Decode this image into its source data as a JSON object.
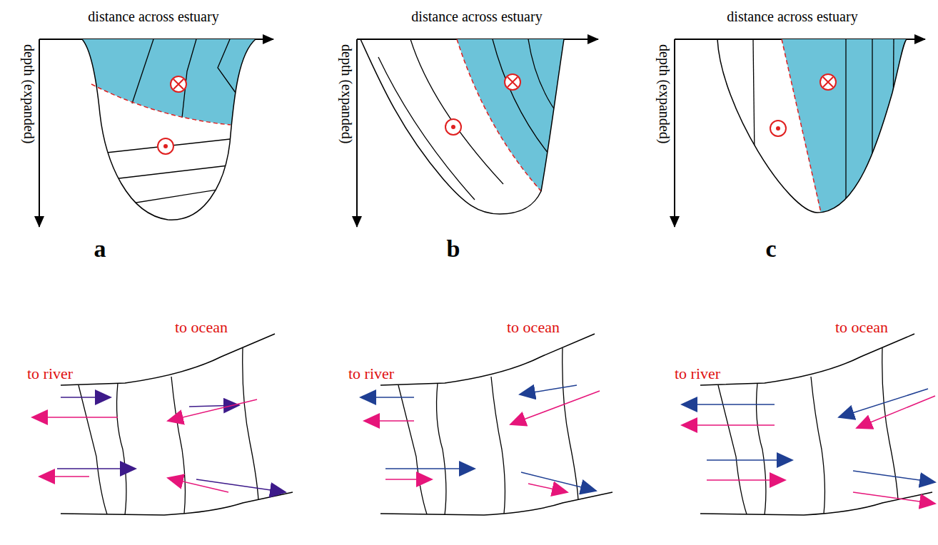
{
  "diagram": {
    "labels": [
      "distance across estuary",
      "depth (expanded)",
      "a",
      "distance across estuary",
      "depth (expanded)",
      "b",
      "distance across estuary",
      "depth (expanded)",
      "c",
      "to river",
      "to ocean",
      "to river",
      "to ocean",
      "to river",
      "to ocean"
    ]
  }
}
